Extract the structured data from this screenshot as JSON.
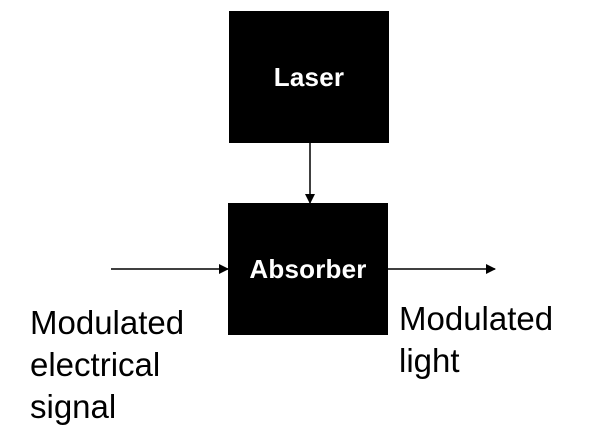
{
  "diagram": {
    "blocks": {
      "laser": "Laser",
      "absorber": "Absorber"
    },
    "labels": {
      "input": "Modulated\nelectrical\nsignal",
      "output": "Modulated\nlight"
    },
    "colors": {
      "block_fill": "#000000",
      "block_text": "#ffffff",
      "arrow": "#000000",
      "background": "#ffffff"
    }
  }
}
